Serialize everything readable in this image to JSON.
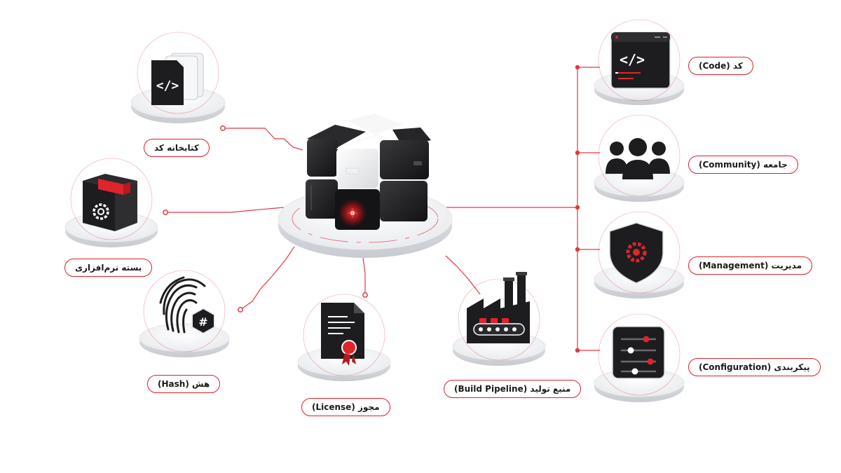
{
  "colors": {
    "accent": "#d9222a",
    "icon_dark": "#1d1d1f",
    "platform": "#eef0f2",
    "line": "#e03a40"
  },
  "labels": {
    "code_library": "کتابخانه کد",
    "software_package": "بسته نرم‌افزاری",
    "hash": "هش (Hash)",
    "license": "مجوز (License)",
    "build_pipeline": "منبع تولید (Build Pipeline)",
    "code": "کد (Code)",
    "community": "جامعه (Community)",
    "management": "مدیریت (Management)",
    "configuration": "پیکربندی (Configuration)"
  },
  "icons": {
    "center": "cube-icon",
    "code_library": "code-library-icon",
    "software_package": "package-gear-icon",
    "hash": "fingerprint-hash-icon",
    "license": "license-document-icon",
    "build_pipeline": "factory-icon",
    "code": "code-window-icon",
    "community": "users-icon",
    "management": "shield-gear-icon",
    "configuration": "sliders-icon"
  }
}
